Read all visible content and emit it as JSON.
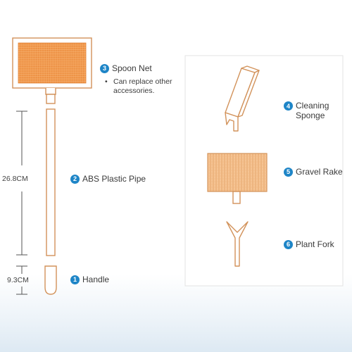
{
  "colors": {
    "accent": "#1e85c7",
    "tool_stroke": "#d2925a",
    "mesh_fill": "#f19b4f",
    "rake_fill": "#f6c493",
    "dimension_line": "#555555",
    "panel_border": "#e3e3e3"
  },
  "parts": [
    {
      "number": "1",
      "label": "Handle"
    },
    {
      "number": "2",
      "label": "ABS Plastic Pipe"
    },
    {
      "number": "3",
      "label": "Spoon Net",
      "note": "Can replace other accessories."
    },
    {
      "number": "4",
      "label_line1": "Cleaning",
      "label_line2": "Sponge"
    },
    {
      "number": "5",
      "label": "Gravel Rake"
    },
    {
      "number": "6",
      "label": "Plant Fork"
    }
  ],
  "dimensions": {
    "pipe": "26.8CM",
    "handle": "9.3CM"
  }
}
